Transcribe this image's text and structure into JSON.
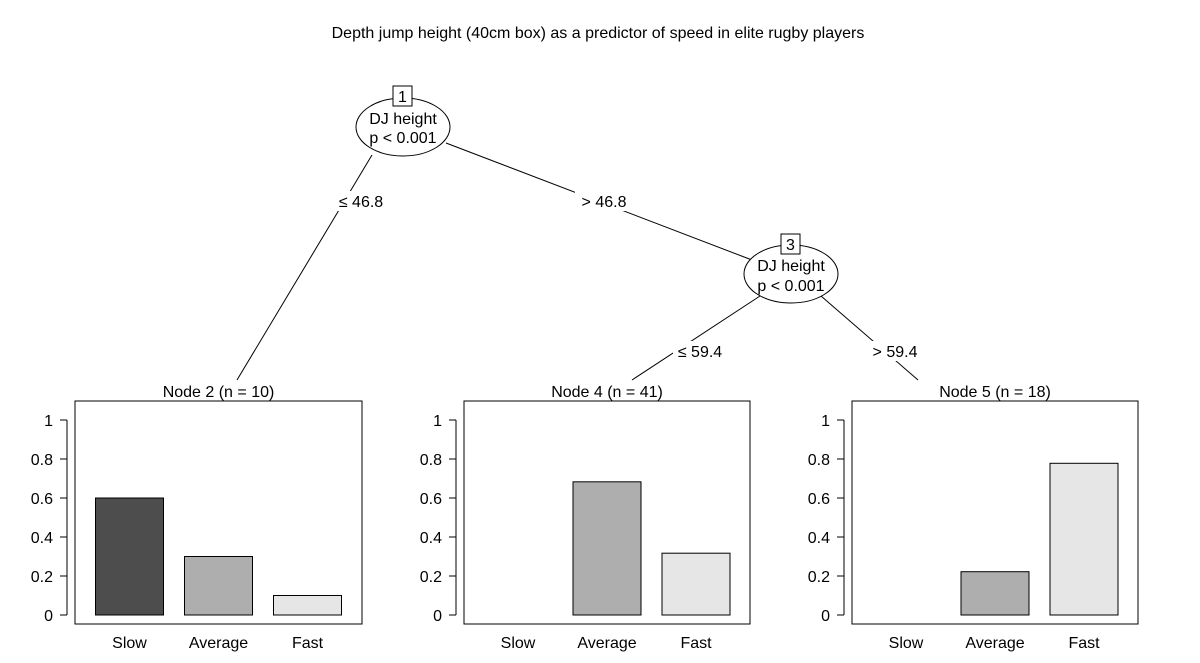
{
  "chart_data": {
    "type": "bar",
    "title": "Depth jump height (40cm box) as a predictor of speed in elite rugby players",
    "categories": [
      "Slow",
      "Average",
      "Fast"
    ],
    "category_colors": [
      "#4d4d4d",
      "#aeaeae",
      "#e6e6e6"
    ],
    "ylim": [
      0,
      1
    ],
    "yticks": [
      "0",
      "0.2",
      "0.4",
      "0.6",
      "0.8",
      "1"
    ],
    "inner_nodes": [
      {
        "id": "1",
        "variable": "DJ height",
        "p_label": "p < 0.001"
      },
      {
        "id": "3",
        "variable": "DJ height",
        "p_label": "p < 0.001"
      }
    ],
    "edges": [
      {
        "label": "≤ 46.8"
      },
      {
        "label": "> 46.8"
      },
      {
        "label": "≤ 59.4"
      },
      {
        "label": "> 59.4"
      }
    ],
    "panels": [
      {
        "title": "Node 2 (n = 10)",
        "values": [
          0.6,
          0.3,
          0.1
        ]
      },
      {
        "title": "Node 4 (n = 41)",
        "values": [
          0.0,
          0.683,
          0.317
        ]
      },
      {
        "title": "Node 5 (n = 18)",
        "values": [
          0.0,
          0.222,
          0.778
        ]
      }
    ]
  }
}
